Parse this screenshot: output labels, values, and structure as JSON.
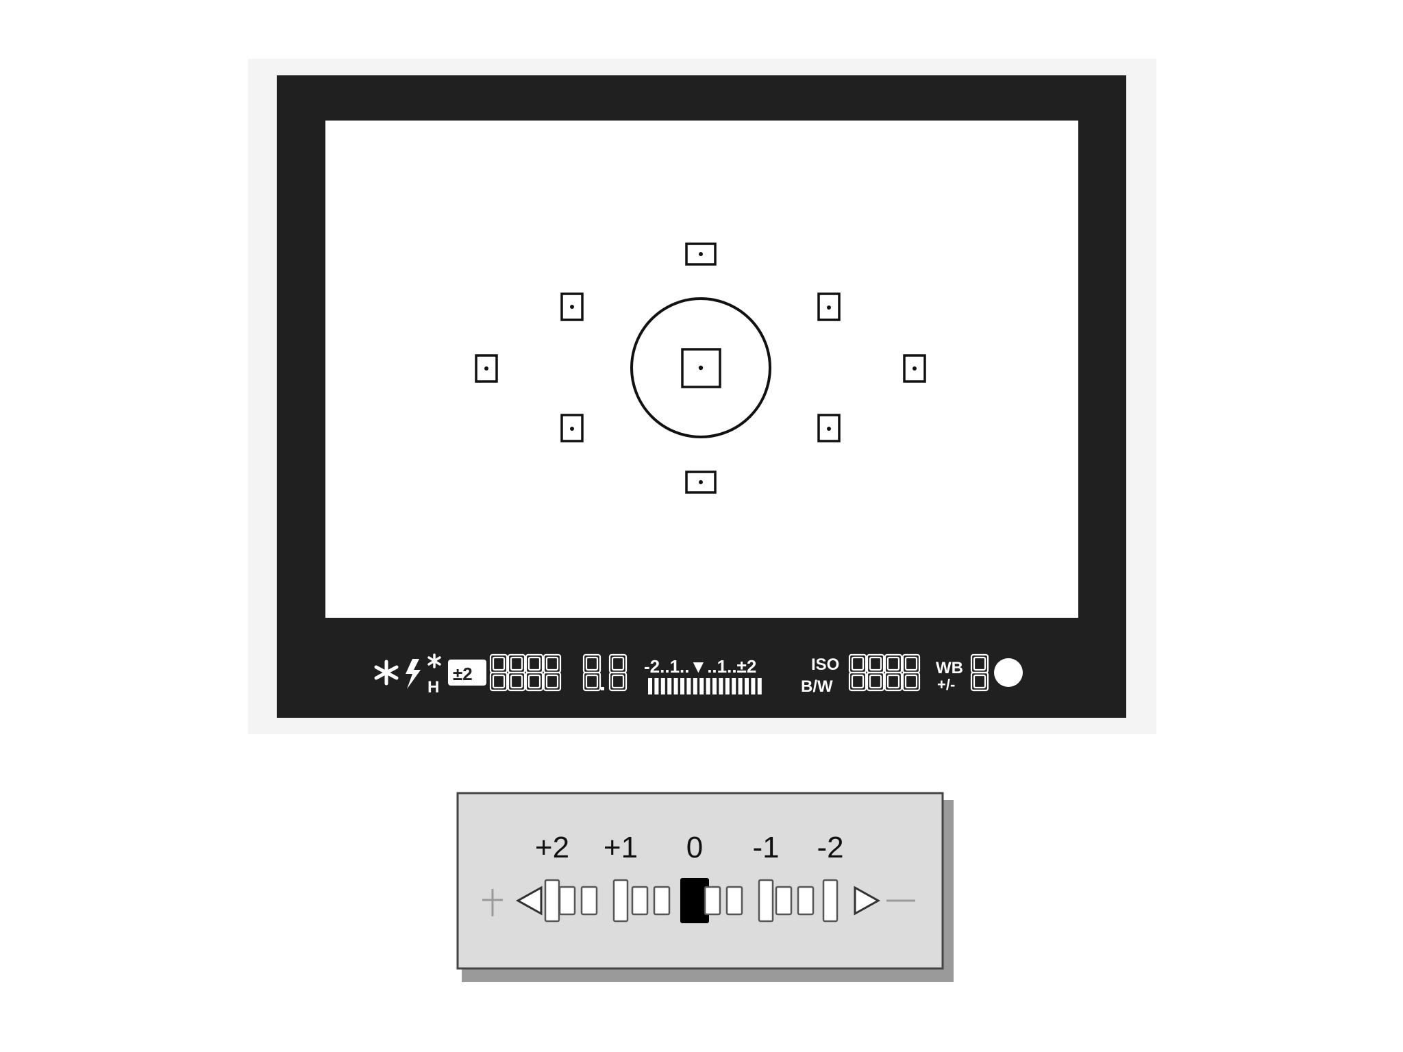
{
  "viewfinder": {
    "lcd": {
      "flash_comp_badge": "±2",
      "high_speed_sync_letter": "H",
      "shutter_placeholder": "8888",
      "aperture_placeholder": "8.8",
      "meter_scale_text": "-2..1..▼..1..±2",
      "iso_label": "ISO",
      "bw_label": "B/W",
      "iso_placeholder": "8888",
      "wb_label": "WB",
      "wb_pm_label": "+/-",
      "frames_placeholder": "8"
    },
    "af_point_count": 9
  },
  "exposure_scale": {
    "labels": [
      "+2",
      "+1",
      "0",
      "-1",
      "-2"
    ],
    "active_value": 0
  }
}
